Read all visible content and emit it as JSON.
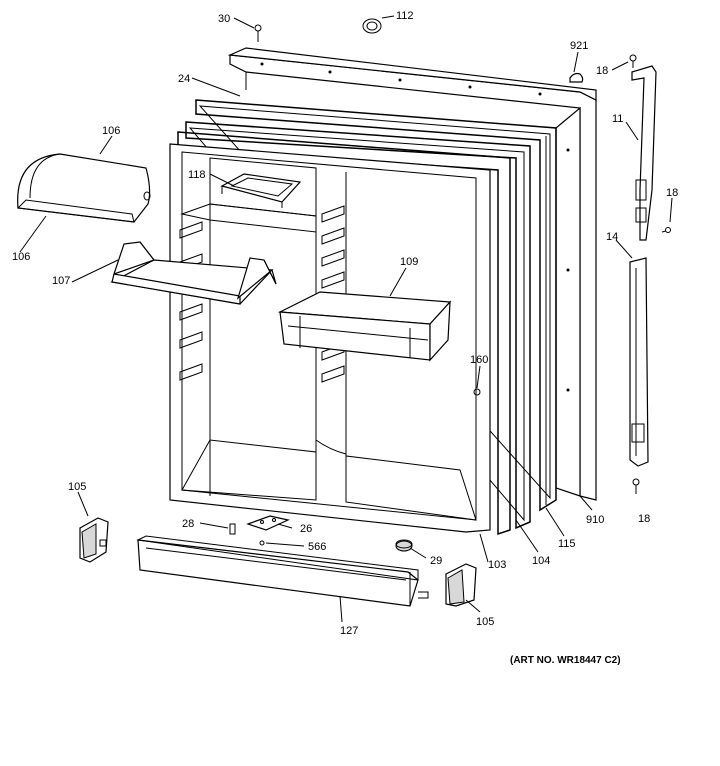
{
  "art_number": "(ART NO. WR18447 C2)",
  "callouts": [
    {
      "id": "p30",
      "text": "30"
    },
    {
      "id": "p112",
      "text": "112"
    },
    {
      "id": "p921",
      "text": "921"
    },
    {
      "id": "p18a",
      "text": "18"
    },
    {
      "id": "p24",
      "text": "24"
    },
    {
      "id": "p106a",
      "text": "106"
    },
    {
      "id": "p11",
      "text": "11"
    },
    {
      "id": "p118",
      "text": "118"
    },
    {
      "id": "p18b",
      "text": "18"
    },
    {
      "id": "p106b",
      "text": "106"
    },
    {
      "id": "p14",
      "text": "14"
    },
    {
      "id": "p107",
      "text": "107"
    },
    {
      "id": "p109",
      "text": "109"
    },
    {
      "id": "p160",
      "text": "160"
    },
    {
      "id": "p105a",
      "text": "105"
    },
    {
      "id": "p28",
      "text": "28"
    },
    {
      "id": "p26",
      "text": "26"
    },
    {
      "id": "p566",
      "text": "566"
    },
    {
      "id": "p29",
      "text": "29"
    },
    {
      "id": "p103",
      "text": "103"
    },
    {
      "id": "p104",
      "text": "104"
    },
    {
      "id": "p115",
      "text": "115"
    },
    {
      "id": "p910",
      "text": "910"
    },
    {
      "id": "p18c",
      "text": "18"
    },
    {
      "id": "p127",
      "text": "127"
    },
    {
      "id": "p105b",
      "text": "105"
    }
  ]
}
